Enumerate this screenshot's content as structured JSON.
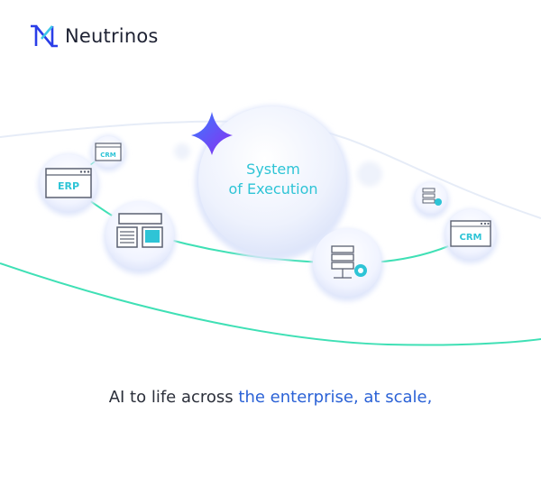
{
  "brand": {
    "name": "Neutrinos",
    "logo_icon": "neutrinos-logo-icon"
  },
  "diagram": {
    "center_label_line1": "System",
    "center_label_line2": "of Execution",
    "nodes": [
      {
        "id": "erp",
        "label": "ERP",
        "icon": "erp-window-icon"
      },
      {
        "id": "crm-top",
        "label": "CRM",
        "icon": "crm-window-icon"
      },
      {
        "id": "crm-right",
        "label": "CRM",
        "icon": "crm-window-icon"
      },
      {
        "id": "document",
        "label": "",
        "icon": "document-icon"
      },
      {
        "id": "server-gear",
        "label": "",
        "icon": "server-gear-icon"
      },
      {
        "id": "server-small",
        "label": "",
        "icon": "server-gear-icon"
      }
    ],
    "star_icon": "sparkle-star-icon"
  },
  "caption": {
    "plain": "AI to life across ",
    "highlight": "the enterprise, at scale,"
  },
  "colors": {
    "accent": "#2b62d6",
    "orbit_line": "#3fe0b5",
    "node_label": "#2ec4d6",
    "star": "#6a3ff0"
  }
}
